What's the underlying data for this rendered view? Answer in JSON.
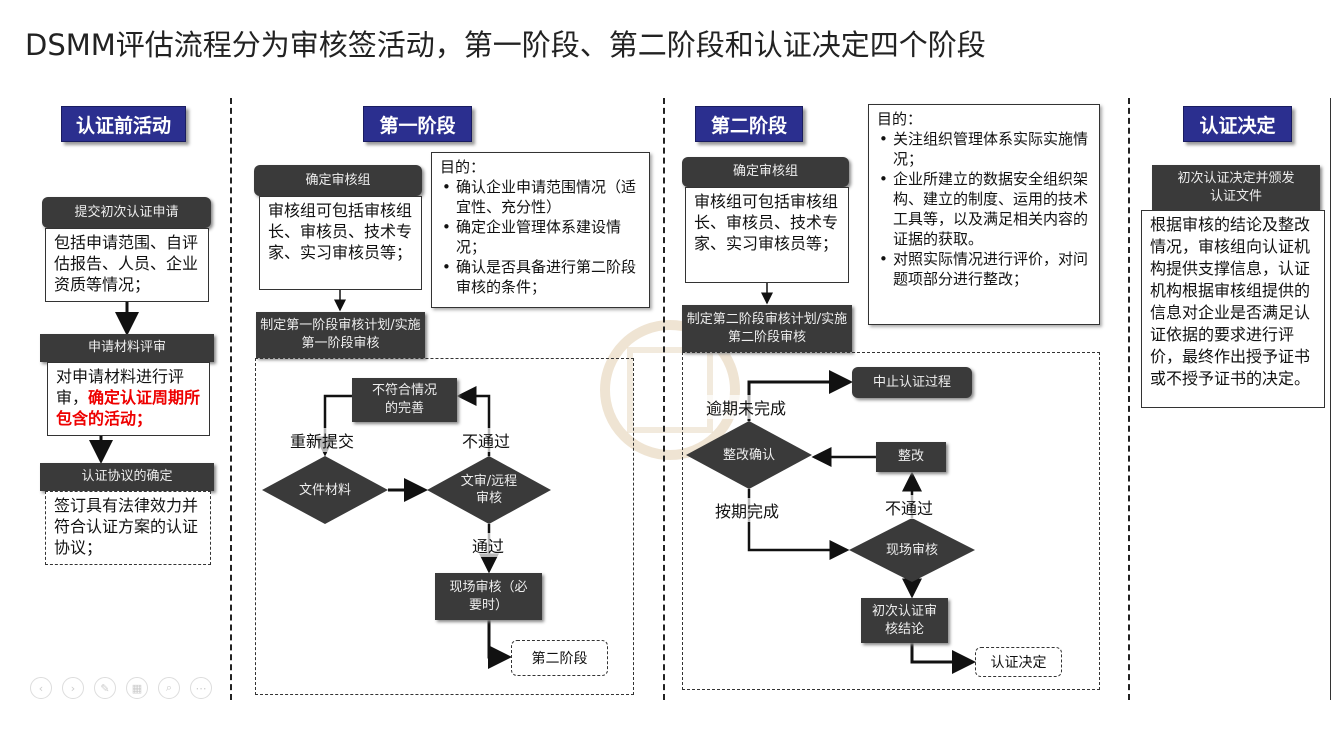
{
  "title": "DSMM评估流程分为审核签活动，第一阶段、第二阶段和认证决定四个阶段",
  "pre": {
    "header": "认证前活动",
    "step1": {
      "title": "提交初次认证申请",
      "body": "包括申请范围、自评估报告、人员、企业资质等情况；"
    },
    "step2": {
      "title": "申请材料评审",
      "body": "对申请材料进行评审，",
      "body_red": "确定认证周期所包含的活动；"
    },
    "step3": {
      "title": "认证协议的确定",
      "body": "签订具有法律效力并符合认证方案的认证协议；"
    }
  },
  "stage1": {
    "header": "第一阶段",
    "team_title": "确定审核组",
    "team_body": "审核组可包括审核组长、审核员、技术专家、实习审核员等；",
    "purpose_title": "目的：",
    "purpose": [
      "确认企业申请范围情况（适宜性、充分性）",
      "确定企业管理体系建设情况；",
      "确认是否具备进行第二阶段审核的条件；"
    ],
    "plan": "制定第一阶段审核计划/实施第一阶段审核",
    "nonconf": "不符合情况的完善",
    "docs": "文件材料",
    "review": "文审/远程审核",
    "onsite": "现场审核（必要时）",
    "next": "第二阶段",
    "resubmit": "重新提交",
    "fail": "不通过",
    "pass": "通过"
  },
  "stage2": {
    "header": "第二阶段",
    "team_title": "确定审核组",
    "team_body": "审核组可包括审核组长、审核员、技术专家、实习审核员等；",
    "purpose_title": "目的：",
    "purpose": [
      "关注组织管理体系实际实施情况；",
      "企业所建立的数据安全组织架构、建立的制度、运用的技术工具等，以及满足相关内容的证据的获取。",
      "对照实际情况进行评价，对问题项部分进行整改；"
    ],
    "plan": "制定第二阶段审核计划/实施第二阶段审核",
    "suspend": "中止认证过程",
    "overdue": "逾期未完成",
    "confirm": "整改确认",
    "rectify": "整改",
    "ontime": "按期完成",
    "fail": "不通过",
    "onsite": "现场审核",
    "conclusion": "初次认证审核结论",
    "next": "认证决定"
  },
  "decision": {
    "header": "认证决定",
    "title": "初次认证决定并颁发认证文件",
    "body": "根据审核的结论及整改情况，审核组向认证机构提供支撑信息，认证机构根据审核组提供的信息对企业是否满足认证依据的要求进行评价，最终作出授予证书或不授予证书的决定。"
  },
  "colors": {
    "header": "#2b2f8f",
    "dark": "#3a3a3a",
    "red": "#e00000"
  }
}
